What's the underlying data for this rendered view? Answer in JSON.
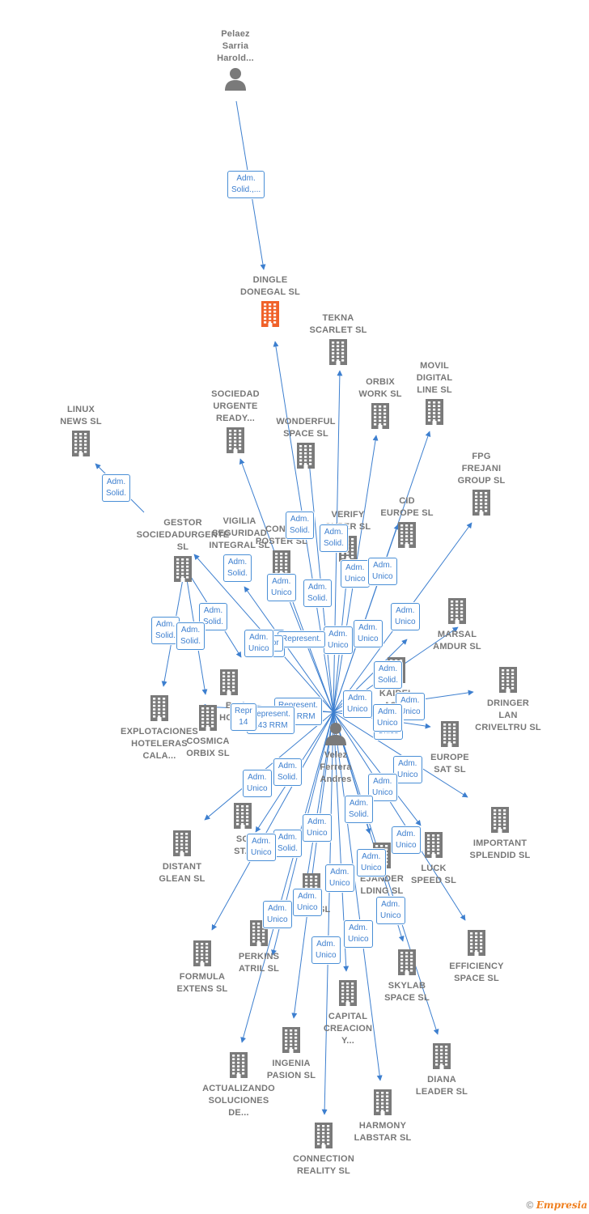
{
  "nodes": [
    {
      "id": "pelaez",
      "label": "Pelaez\nSarria\nHarold...",
      "kind": "person"
    },
    {
      "id": "dingle",
      "label": "DINGLE\nDONEGAL  SL",
      "kind": "company-highlight"
    },
    {
      "id": "tekna",
      "label": "TEKNA\nSCARLET  SL",
      "kind": "company"
    },
    {
      "id": "movil",
      "label": "MOVIL\nDIGITAL\nLINE SL",
      "kind": "company"
    },
    {
      "id": "orbixwork",
      "label": "ORBIX\nWORK  SL",
      "kind": "company"
    },
    {
      "id": "sociedadurgente",
      "label": "SOCIEDAD\nURGENTE\nREADY...",
      "kind": "company"
    },
    {
      "id": "wonderful",
      "label": "WONDERFUL\nSPACE  SL",
      "kind": "company"
    },
    {
      "id": "linux",
      "label": "LINUX\nNEWS  SL",
      "kind": "company"
    },
    {
      "id": "fpg",
      "label": "FPG\nFREJANI\nGROUP  SL",
      "kind": "company"
    },
    {
      "id": "cid",
      "label": "CID\nEUROPE  SL",
      "kind": "company"
    },
    {
      "id": "verify",
      "label": "VERIFY\nSUPER  SL",
      "kind": "company"
    },
    {
      "id": "contr",
      "label": "CONTR\nPOSTER  SL",
      "kind": "company"
    },
    {
      "id": "vigilia",
      "label": "VIGILIA\nSEGURIDAD\nINTEGRAL  SL",
      "kind": "company"
    },
    {
      "id": "gestor",
      "label": "GESTOR\nSOCIEDADURGENTE SL",
      "kind": "company"
    },
    {
      "id": "marsal",
      "label": "MARSAL\nAMDUR  SL",
      "kind": "company"
    },
    {
      "id": "kaidel",
      "label": "KAIDEL\nAST...",
      "kind": "company"
    },
    {
      "id": "dringer",
      "label": "DRINGER\nLAN\nCRIVELTRU SL",
      "kind": "company"
    },
    {
      "id": "b",
      "label": "B\nHOT",
      "kind": "company"
    },
    {
      "id": "explotaciones",
      "label": "EXPLOTACIONES\nHOTELERAS\nCALA...",
      "kind": "company"
    },
    {
      "id": "cosmica",
      "label": "COSMICA\nORBIX  SL",
      "kind": "company"
    },
    {
      "id": "velez",
      "label": "Velez\nFerrera\nAndres",
      "kind": "person"
    },
    {
      "id": "europesat",
      "label": "EUROPE\nSAT  SL",
      "kind": "company"
    },
    {
      "id": "important",
      "label": "IMPORTANT\nSPLENDID  SL",
      "kind": "company"
    },
    {
      "id": "distant",
      "label": "DISTANT\nGLEAN  SL",
      "kind": "company"
    },
    {
      "id": "sosta",
      "label": "SO\nSTA",
      "kind": "company"
    },
    {
      "id": "luck",
      "label": "LUCK\nSPEED  SL",
      "kind": "company"
    },
    {
      "id": "ejander",
      "label": "EJANDER\nLDING SL",
      "kind": "company"
    },
    {
      "id": "inite",
      "label": "INITE  SL",
      "kind": "company"
    },
    {
      "id": "efficiency",
      "label": "EFFICIENCY\nSPACE  SL",
      "kind": "company"
    },
    {
      "id": "formula",
      "label": "FORMULA\nEXTENS  SL",
      "kind": "company"
    },
    {
      "id": "perkins",
      "label": "PERKINS\nATRIL  SL",
      "kind": "company"
    },
    {
      "id": "skylab",
      "label": "SKYLAB\nSPACE  SL",
      "kind": "company"
    },
    {
      "id": "capital",
      "label": "CAPITAL\nCREACION\nY...",
      "kind": "company"
    },
    {
      "id": "ingenia",
      "label": "INGENIA\nPASION  SL",
      "kind": "company"
    },
    {
      "id": "diana",
      "label": "DIANA\nLEADER  SL",
      "kind": "company"
    },
    {
      "id": "actualizando",
      "label": "ACTUALIZANDO\nSOLUCIONES\nDE...",
      "kind": "company"
    },
    {
      "id": "harmony",
      "label": "HARMONY\nLABSTAR SL",
      "kind": "company"
    },
    {
      "id": "connection",
      "label": "CONNECTION\nREALITY  SL",
      "kind": "company"
    }
  ],
  "relations": [
    "Adm.\nSolid.,...",
    "Adm.\nSolid.",
    "Adm.\nSolid.",
    "Adm.\nSolid.",
    "Adm.\nSolid.",
    "Adm.\nSolid.",
    "Adm.\nSolid.",
    "Adm.\nSolid.",
    "Adm.\nSolid.",
    "Adm.\nSolid.",
    "Adm.\nUnico",
    "Adm.\nUnico",
    "Adm.\nUnico",
    "Adm.\nUnico",
    "Adm.\nUnico",
    "Adm.\nUnico",
    "Adm.\nSolid.",
    "Represent.",
    "Repr",
    "Adm.\nUnico",
    "Adm.\nUnico",
    "Adm.\nSolid.",
    "Adm.\nUnico",
    "Adm.\nUnico",
    "Represent.\n143 RRM",
    "Represent.\n143 RRM",
    "Repr\n14",
    "Adm.\nUnico",
    "Adm.\nSolid.",
    "Adm.\nUnico",
    "Adm.\nUnico",
    "Adm.\nUnico",
    "Adm.\nSolid.",
    "Adm.\nUnico",
    "Adm.\nUnico",
    "Adm.\nUnico",
    "Adm.\nUnico",
    "Adm.\nUnico",
    "Adm.\nUnico",
    "Adm.\nUnico",
    "Adm.\nUnico",
    "Adm.\nUnico",
    "Adm.\nUnico"
  ],
  "colors": {
    "edge": "#3d7fcf",
    "company": "#7a7a7a",
    "highlight": "#f0622a",
    "person": "#7a7a7a",
    "label": "#777777"
  },
  "footer": {
    "copyright": "©",
    "brand": "Empresia"
  }
}
